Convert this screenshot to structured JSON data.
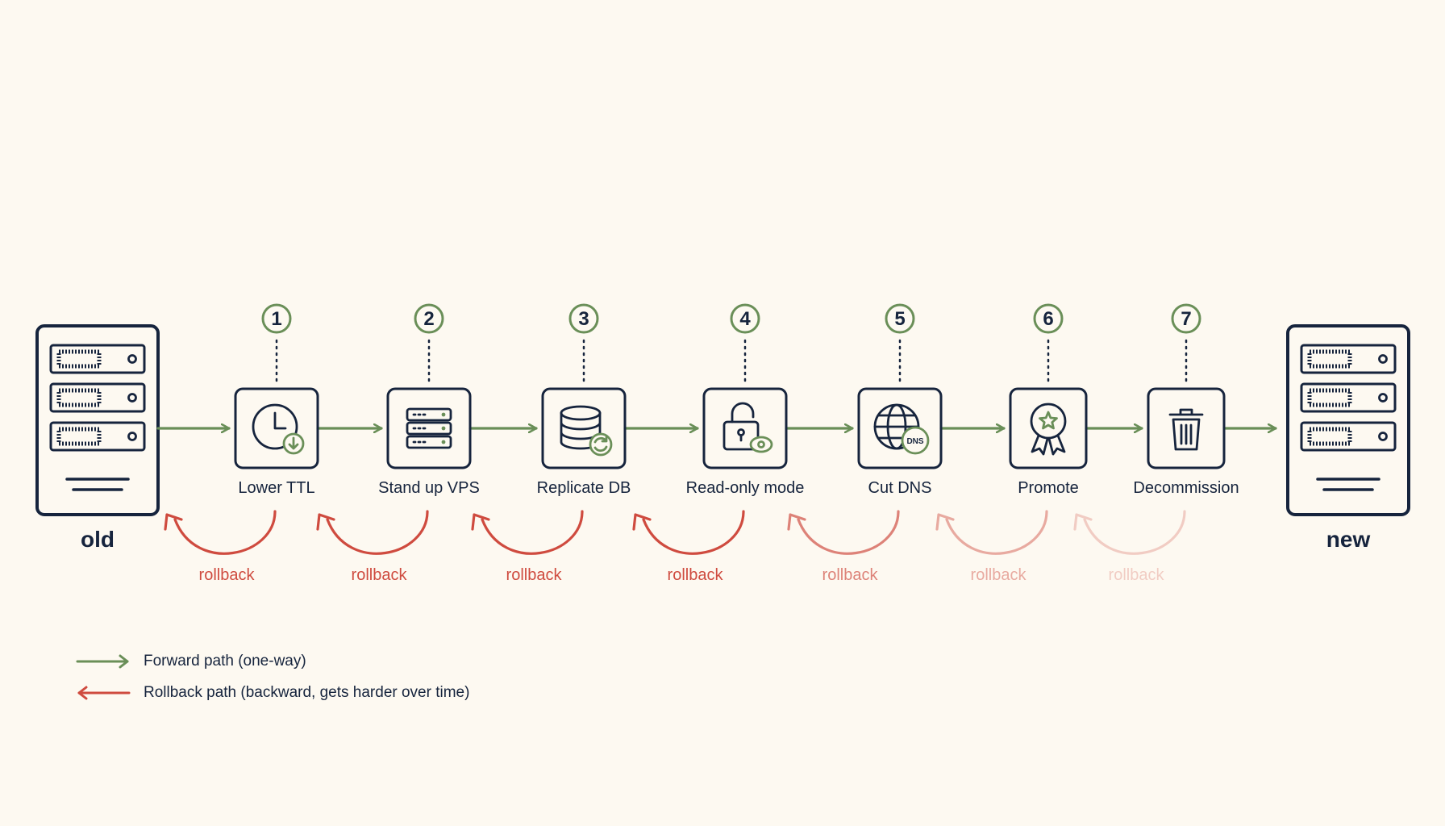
{
  "servers": {
    "old": {
      "label": "old"
    },
    "new": {
      "label": "new"
    }
  },
  "steps": [
    {
      "number": "1",
      "label": "Lower TTL",
      "icon": "clock-download-icon",
      "rollback": "rollback"
    },
    {
      "number": "2",
      "label": "Stand up VPS",
      "icon": "server-stack-icon",
      "rollback": "rollback"
    },
    {
      "number": "3",
      "label": "Replicate DB",
      "icon": "database-sync-icon",
      "rollback": "rollback"
    },
    {
      "number": "4",
      "label": "Read-only mode",
      "icon": "lock-eye-icon",
      "rollback": "rollback"
    },
    {
      "number": "5",
      "label": "Cut DNS",
      "icon": "globe-dns-icon",
      "badge": "DNS",
      "rollback": "rollback"
    },
    {
      "number": "6",
      "label": "Promote",
      "icon": "award-ribbon-icon",
      "rollback": "rollback"
    },
    {
      "number": "7",
      "label": "Decommission",
      "icon": "trash-icon",
      "rollback": "rollback"
    }
  ],
  "legend": {
    "forward": "Forward path (one-way)",
    "rollback": "Rollback path (backward, gets harder over time)"
  },
  "colors": {
    "background": "#fdf9f1",
    "ink": "#16243d",
    "forward": "#6a8f58",
    "rollback": "#cf4b3f"
  }
}
